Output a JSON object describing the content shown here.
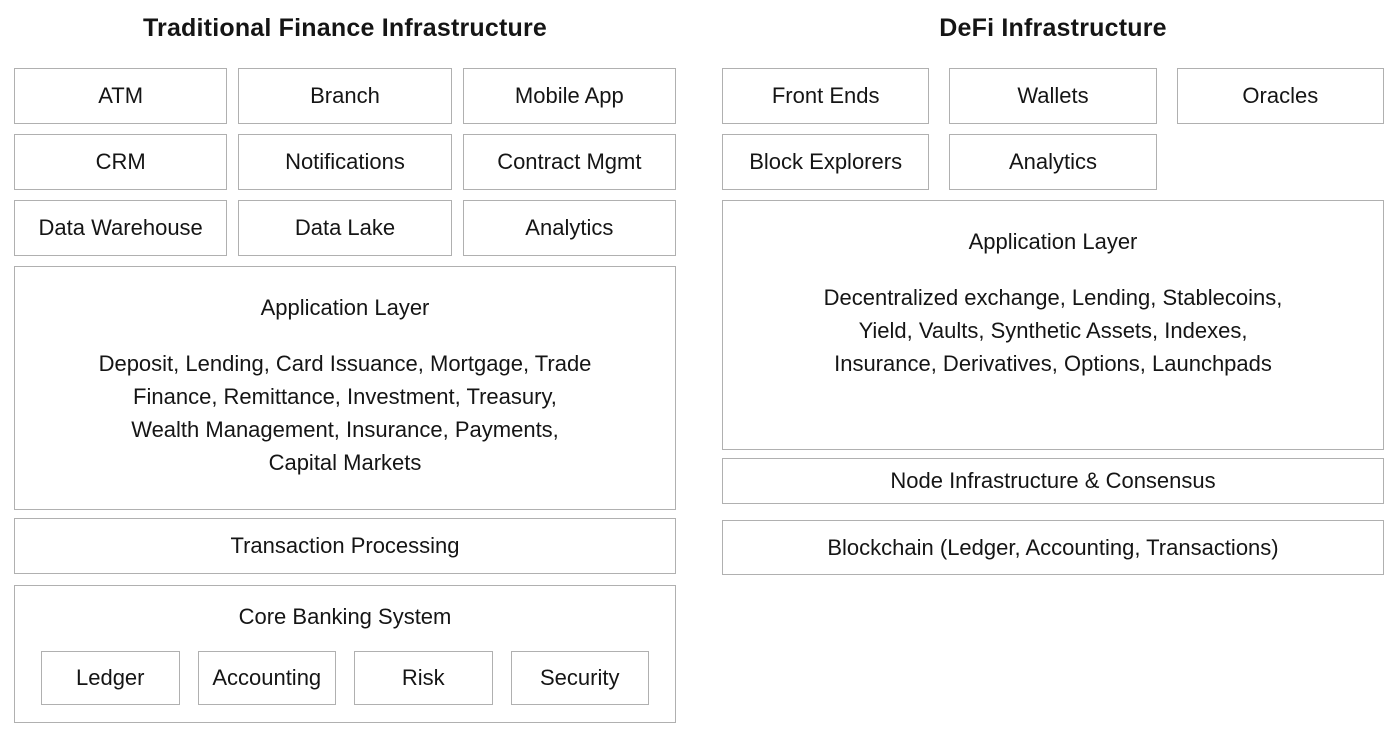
{
  "page": {
    "background_color": "#ffffff",
    "border_color": "#b0b0b0",
    "text_color": "#151515"
  },
  "left": {
    "title": "Traditional Finance Infrastructure",
    "rows": [
      [
        "ATM",
        "Branch",
        "Mobile App"
      ],
      [
        "CRM",
        "Notifications",
        "Contract Mgmt"
      ],
      [
        "Data Warehouse",
        "Data Lake",
        "Analytics"
      ]
    ],
    "application_layer": {
      "title": "Application Layer",
      "body": "Deposit, Lending, Card Issuance, Mortgage, Trade\nFinance, Remittance, Investment, Treasury,\nWealth Management, Insurance, Payments,\nCapital Markets"
    },
    "transaction_processing": "Transaction Processing",
    "core_banking": {
      "title": "Core Banking System",
      "items": [
        "Ledger",
        "Accounting",
        "Risk",
        "Security"
      ]
    }
  },
  "right": {
    "title": "DeFi Infrastructure",
    "rows": [
      [
        "Front Ends",
        "Wallets",
        "Oracles"
      ],
      [
        "Block Explorers",
        "Analytics"
      ]
    ],
    "application_layer": {
      "title": "Application Layer",
      "body": "Decentralized exchange, Lending, Stablecoins,\nYield, Vaults, Synthetic Assets, Indexes,\nInsurance, Derivatives, Options, Launchpads"
    },
    "node_infrastructure": "Node Infrastructure & Consensus",
    "blockchain": "Blockchain (Ledger, Accounting, Transactions)"
  }
}
